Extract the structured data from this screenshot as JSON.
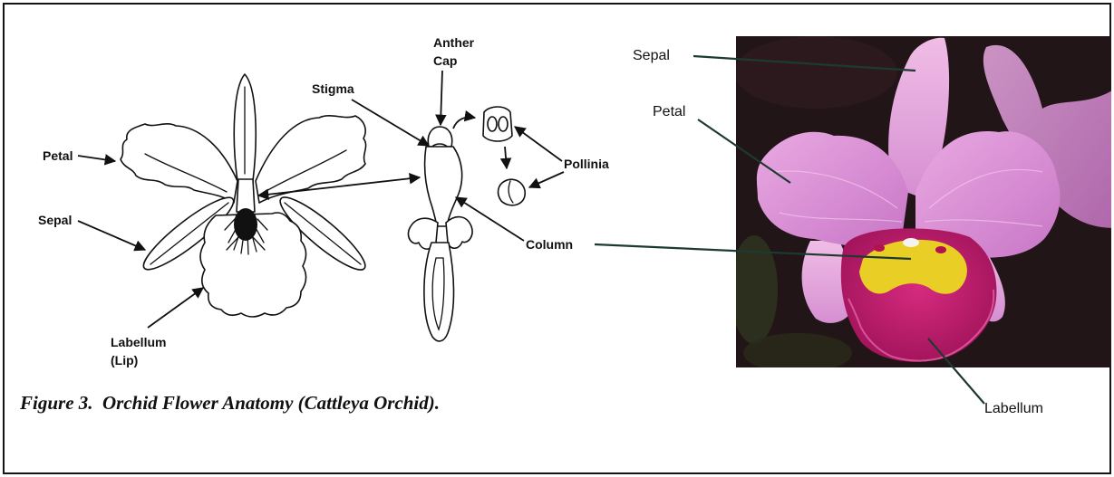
{
  "figure": {
    "caption": "Figure 3.  Orchid Flower Anatomy (Cattleya Orchid).",
    "drawing_labels": {
      "anther_cap": [
        "Anther",
        "Cap"
      ],
      "stigma": "Stigma",
      "petal": "Petal",
      "pollinia": "Pollinia",
      "sepal": "Sepal",
      "column": "Column",
      "labellum": [
        "Labellum",
        "(Lip)"
      ]
    },
    "photo_labels": {
      "sepal": "Sepal",
      "petal": "Petal",
      "labellum": "Labellum"
    }
  },
  "colors": {
    "line_art": "#111111",
    "leader_line": "#1d3a31",
    "photo_background": "#211517",
    "petal_pink": "#d98bd6",
    "sepal_pink": "#e6a6dc",
    "labellum_magenta": "#c01a6b",
    "throat_yellow": "#e9cf25"
  }
}
